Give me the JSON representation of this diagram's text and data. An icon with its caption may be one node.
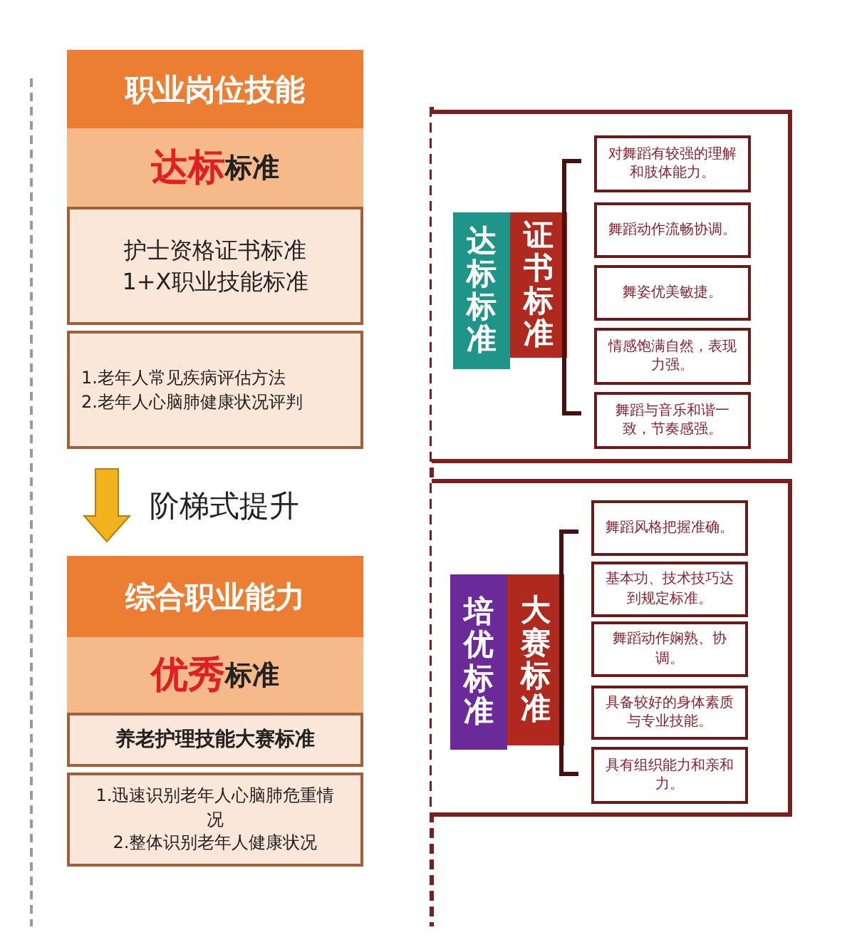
{
  "diagram": {
    "nodes": [
      {
        "text": [
          "职业岗位技能"
        ]
      },
      {
        "text": [
          "**达标**标准"
        ]
      },
      {
        "text": [
          "护士资格证书标准 1+X职业技能标准"
        ]
      },
      {
        "text": [
          "1.老年人常见疾病评估方法",
          "2.老年人心脑肺健康状况评判"
        ]
      },
      {
        "text": [
          "综合职业能力"
        ]
      },
      {
        "text": [
          "**优秀**标准"
        ]
      },
      {
        "text": [
          "养老护理技能大赛标准"
        ]
      },
      {
        "text": [
          "1.迅速识别老年人心脑肺危重情况",
          "2.整体识别老年人健康状况"
        ]
      },
      {
        "text": [],
        "shape": "box"
      },
      {
        "text": [
          "达标标准"
        ],
        "in": 8
      },
      {
        "text": [
          "证书标准"
        ],
        "in": 8
      },
      {
        "text": [
          "对舞蹈有较强的理解和肢体能力。"
        ],
        "in": 8
      },
      {
        "text": [
          "舞蹈动作流畅协调。"
        ],
        "in": 8
      },
      {
        "text": [
          "舞姿优美敏捷。"
        ],
        "in": 8
      },
      {
        "text": [
          "情感饱满自然，表现力强。"
        ],
        "in": 8
      },
      {
        "text": [
          "舞蹈与音乐和谐一致，节奏感强。"
        ],
        "in": 8
      },
      {
        "text": [],
        "shape": "box"
      },
      {
        "text": [
          "培优标准"
        ],
        "in": 16
      },
      {
        "text": [
          "大赛标准"
        ],
        "in": 16
      },
      {
        "text": [
          "舞蹈风格把握准确。"
        ],
        "in": 16
      },
      {
        "text": [
          "基本功、技术技巧达到规定标准。"
        ],
        "in": 16
      },
      {
        "text": [
          "舞蹈动作娴熟、协调。"
        ],
        "in": 16
      },
      {
        "text": [
          "具备较好的身体素质与专业技能。"
        ],
        "in": 16
      },
      {
        "text": [
          "具有组织能力和亲和力。"
        ],
        "in": 16
      }
    ],
    "edges": [
      {
        "from": 3,
        "to": 4,
        "arrow": "to",
        "label": "阶梯式提升"
      }
    ]
  }
}
